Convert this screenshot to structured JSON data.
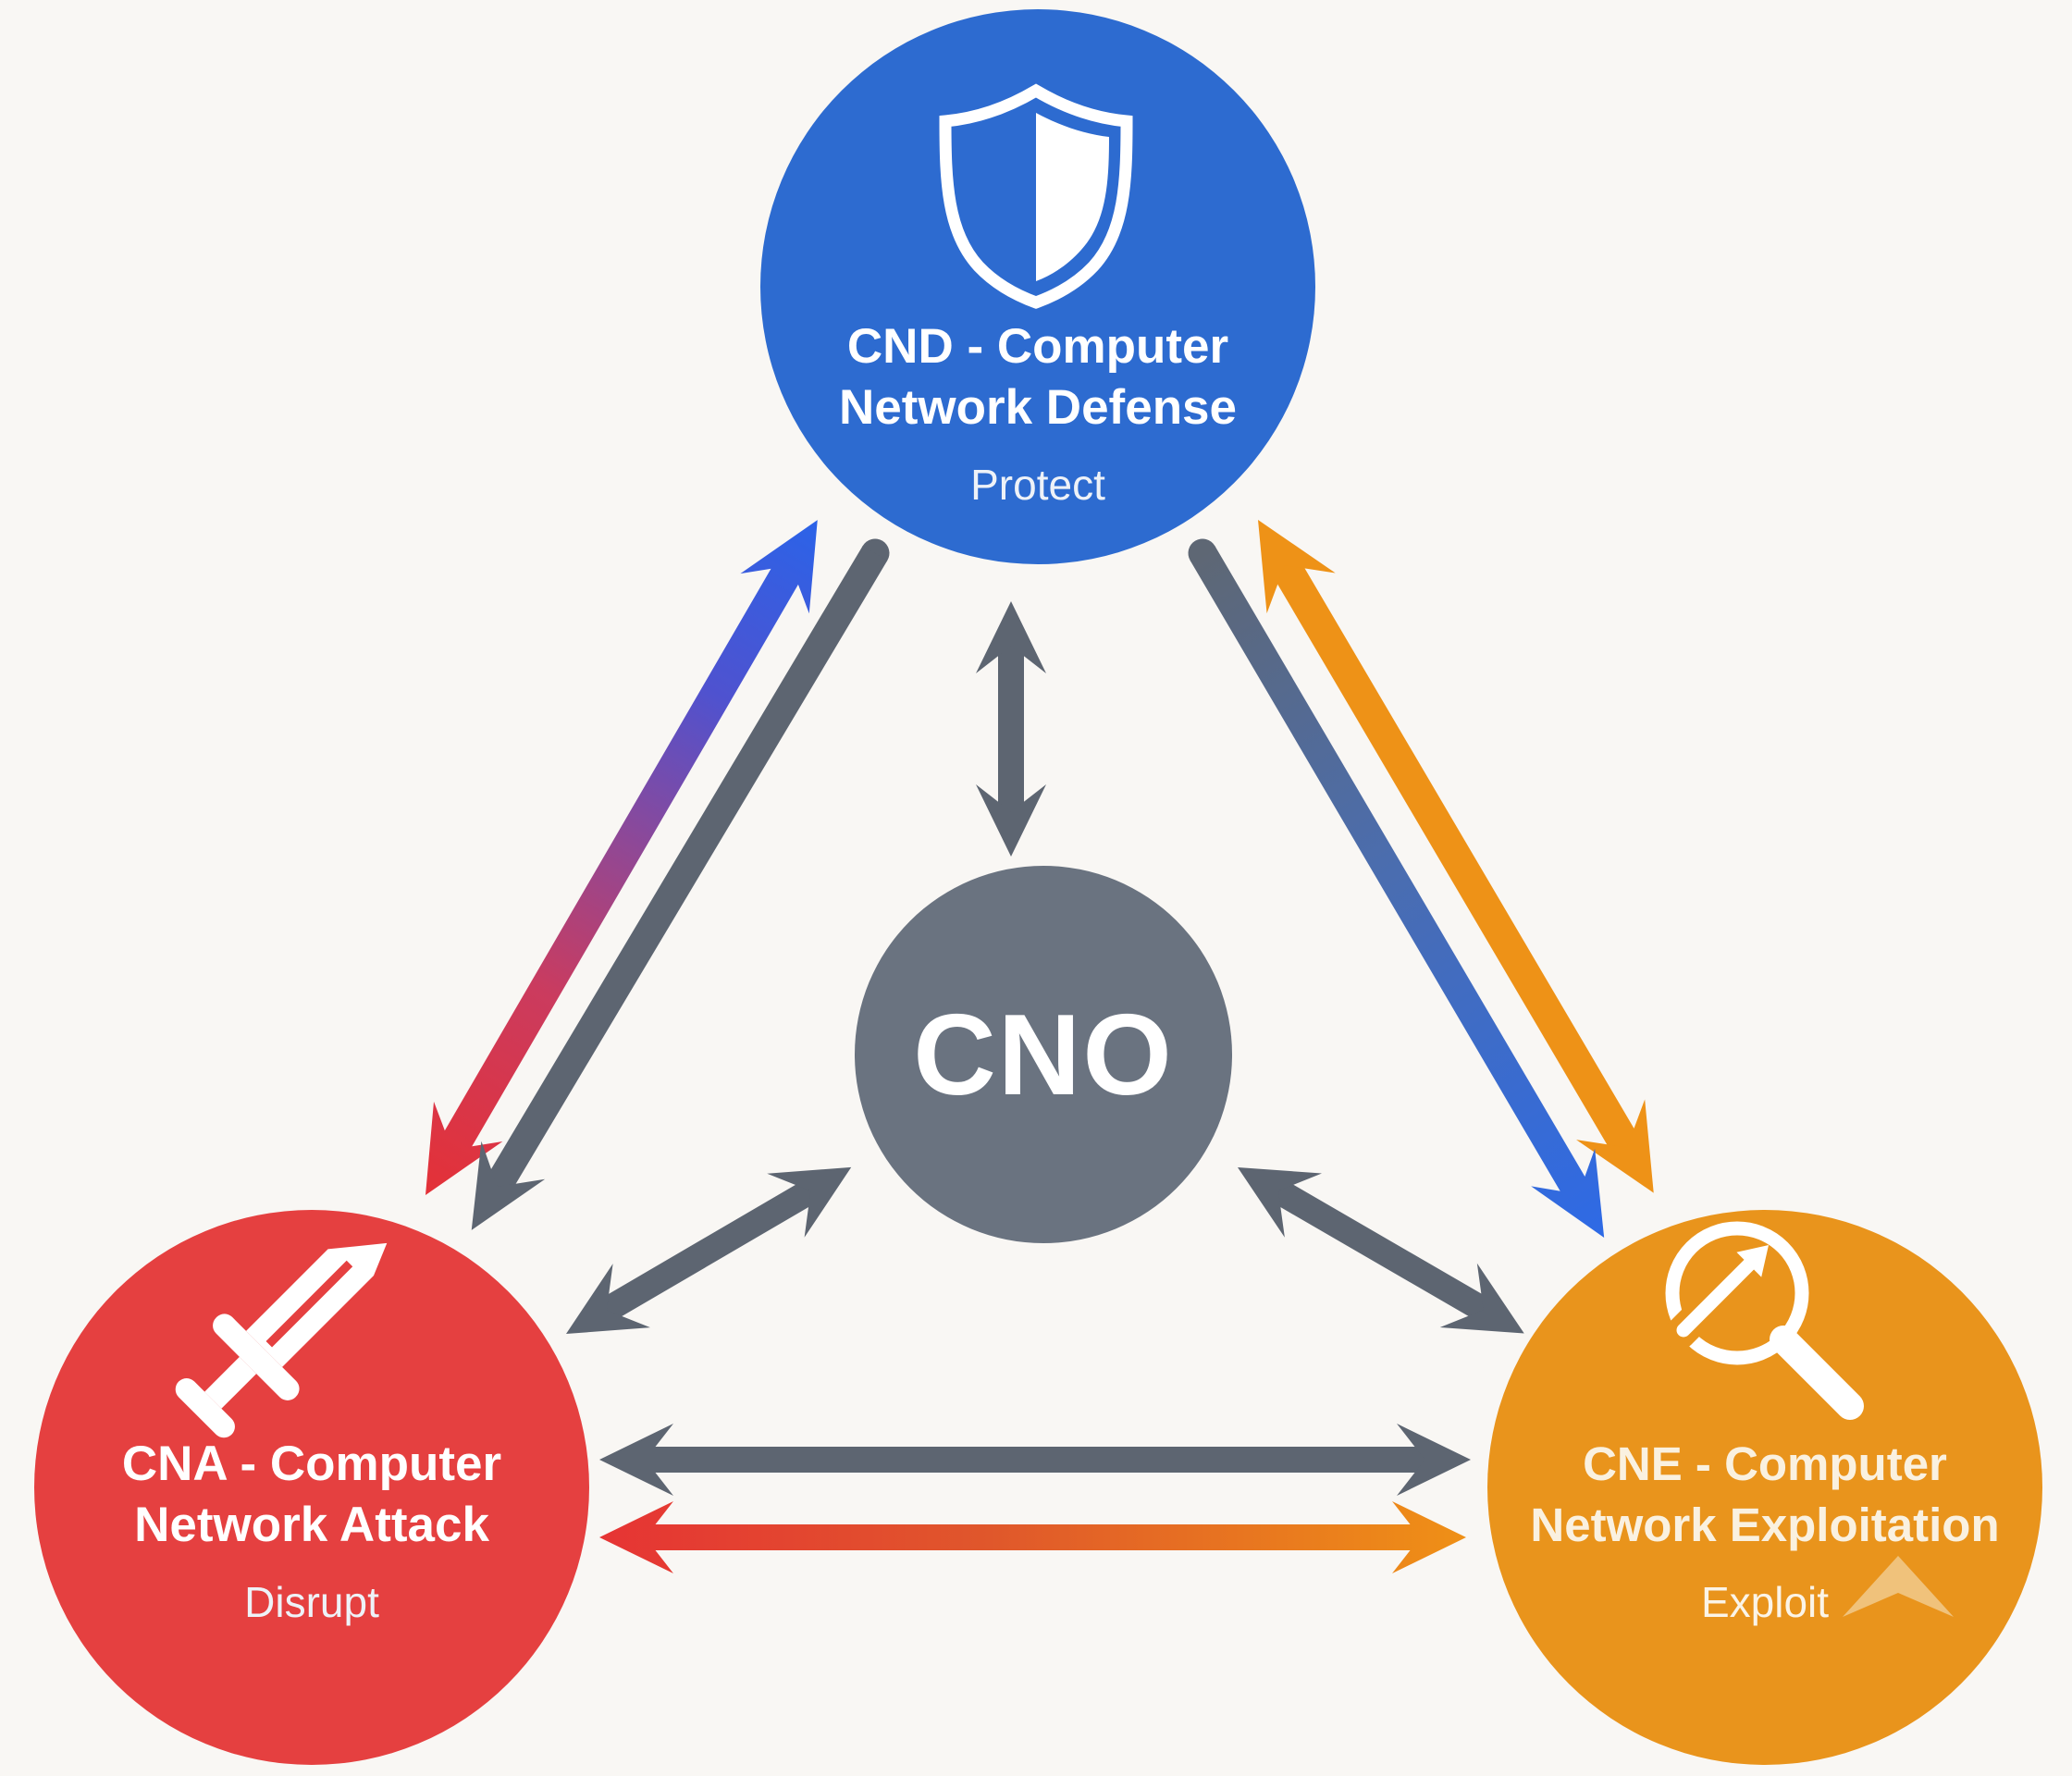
{
  "diagram": {
    "background": "#f9f7f4",
    "center_node": {
      "label": "CNO",
      "color": "#6a7380"
    },
    "nodes": {
      "cnd": {
        "title_line1": "CND - Computer",
        "title_line2": "Network Defense",
        "subtitle": "Protect",
        "color": "#2d6bd0",
        "icon": "shield-icon"
      },
      "cna": {
        "title_line1": "CNA - Computer",
        "title_line2": "Network Attack",
        "subtitle": "Disrupt",
        "color": "#e54040",
        "icon": "sword-icon"
      },
      "cne": {
        "title_line1": "CNE - Computer",
        "title_line2": "Network Exploitation",
        "subtitle": "Exploit",
        "color": "#e9941c",
        "icon": "magnifier-icon"
      }
    },
    "arrow_colors": {
      "slate": "#5d6571",
      "blue": "#2b63e8",
      "red": "#e43137",
      "purple": "#8f4896",
      "orange": "#ee9217"
    }
  }
}
